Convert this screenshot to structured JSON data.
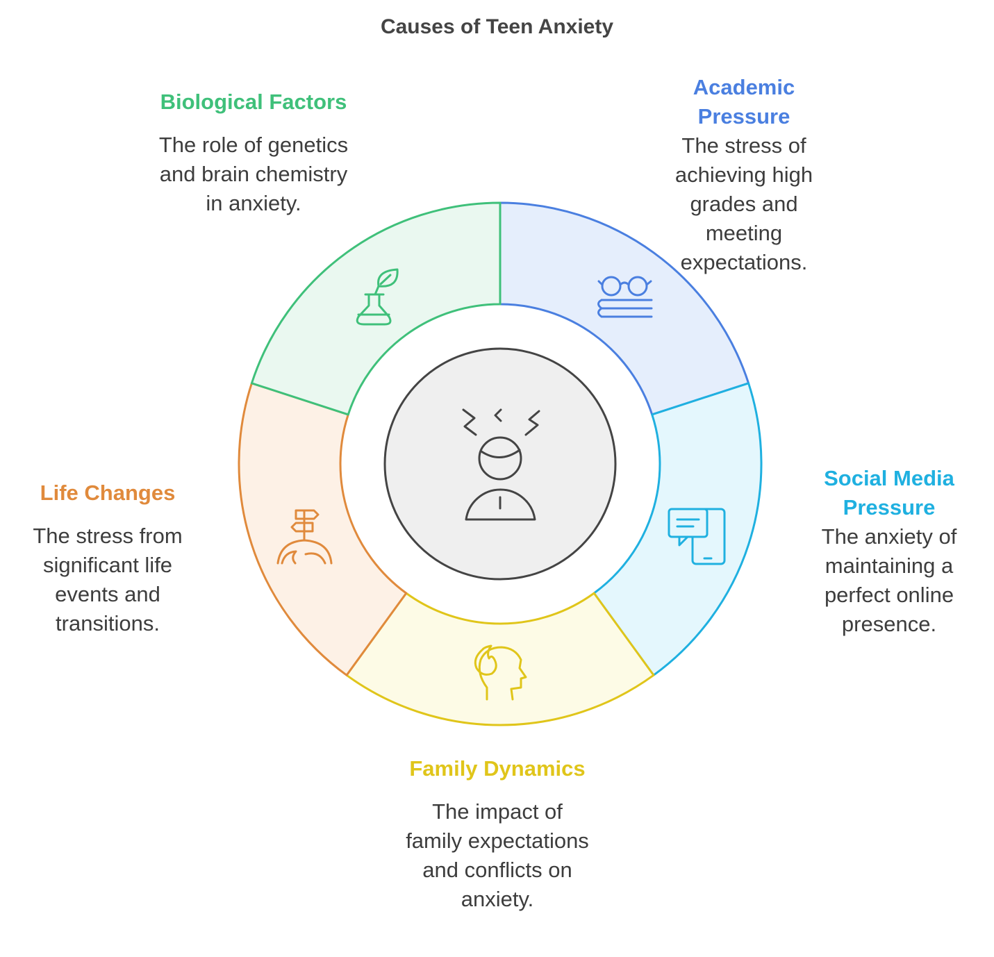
{
  "title": "Causes of Teen Anxiety",
  "segments": [
    {
      "key": "academic",
      "heading": "Academic Pressure",
      "description": "The stress of achieving high grades and meeting expectations.",
      "color": "#4a7fe0",
      "fill": "#e5eefc",
      "icon": "glasses-book-icon"
    },
    {
      "key": "social",
      "heading": "Social Media Pressure",
      "description": "The anxiety of maintaining a perfect online presence.",
      "color": "#1fb0e0",
      "fill": "#e4f7fd",
      "icon": "phone-chat-icon"
    },
    {
      "key": "family",
      "heading": "Family Dynamics",
      "description": "The impact of family expectations and conflicts on anxiety.",
      "color": "#e0c51a",
      "fill": "#fdfbe6",
      "icon": "head-fire-icon"
    },
    {
      "key": "life",
      "heading": "Life Changes",
      "description": "The stress from significant life events and transitions.",
      "color": "#e08a3c",
      "fill": "#fdf1e6",
      "icon": "signpost-hill-icon"
    },
    {
      "key": "bio",
      "heading": "Biological Factors",
      "description": "The role of genetics and brain chemistry in anxiety.",
      "color": "#3fc07a",
      "fill": "#eaf8f0",
      "icon": "flask-leaf-icon"
    }
  ],
  "center": {
    "icon": "stressed-person-icon",
    "color": "#444444",
    "fill": "#efefef"
  }
}
